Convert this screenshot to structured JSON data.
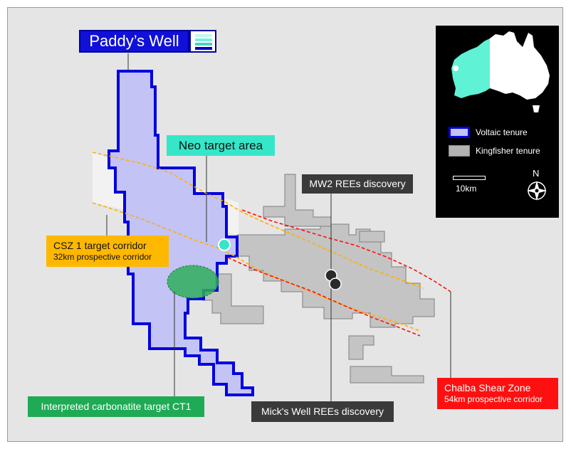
{
  "map": {
    "title": "Paddy’s Well",
    "labels": {
      "neo_target": "Neo target area",
      "mw2": "MW2 REEs discovery",
      "csz_line1": "CSZ 1 target corridor",
      "csz_line2": "32km prospective corridor",
      "carbonatite": "Interpreted carbonatite target CT1",
      "micks_well": "Mick's Well REEs discovery",
      "chalba_line1": "Chalba Shear Zone",
      "chalba_line2": "54km prospective corridor"
    }
  },
  "legend": {
    "items": [
      {
        "label": "Voltaic tenure",
        "color": "#c3c3f5",
        "border": "#0000e0"
      },
      {
        "label": "Kingfisher tenure",
        "color": "#b3b3b3",
        "border": "#8a8a8a"
      }
    ],
    "scale": "10km",
    "north": "N",
    "inset_highlight_color": "#5ff2d4"
  },
  "colors": {
    "voltaic_fill": "#c3c3f5",
    "voltaic_border": "#0000e0",
    "kingfisher_fill": "#c4c4c4",
    "kingfisher_border": "#7f7f7f",
    "csz_line": "#ffb000",
    "chalba_line": "#ff1010",
    "neo_point": "#36e6c8",
    "mw_point": "#2b2b2b",
    "carbonatite": "#2fae5a"
  }
}
